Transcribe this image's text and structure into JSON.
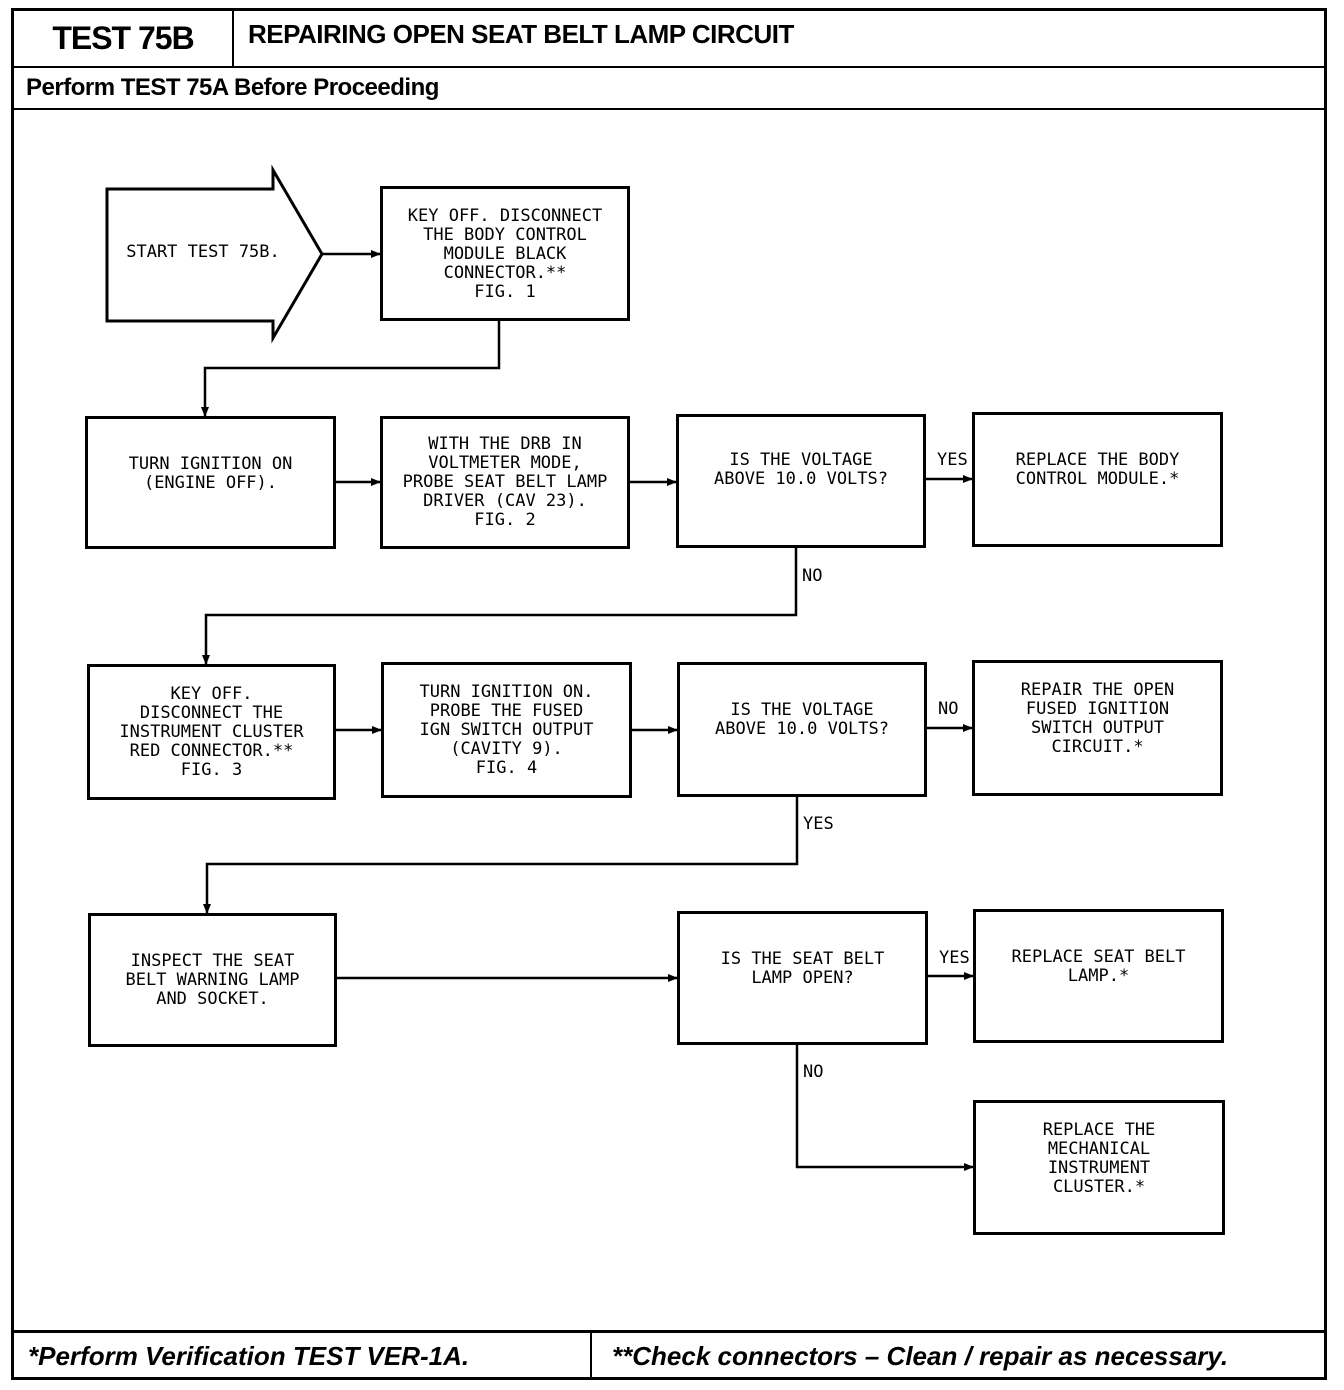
{
  "header": {
    "test_id": "TEST 75B",
    "title": "REPAIRING OPEN SEAT BELT LAMP CIRCUIT",
    "prerequisite": "Perform TEST 75A Before Proceeding"
  },
  "footer": {
    "note_single": "*Perform Verification TEST VER-1A.",
    "note_double": "**Check connectors – Clean / repair as necessary."
  },
  "flow": {
    "start": "START TEST 75B.",
    "step1": "KEY OFF. DISCONNECT\nTHE BODY CONTROL\nMODULE BLACK\nCONNECTOR.**\nFIG. 1",
    "step2": "TURN IGNITION ON\n(ENGINE OFF).",
    "step3": "WITH THE DRB IN\nVOLTMETER MODE,\nPROBE SEAT BELT LAMP\nDRIVER (CAV 23).\nFIG. 2",
    "decision1": "IS THE VOLTAGE\nABOVE 10.0 VOLTS?",
    "result1": "REPLACE THE BODY\nCONTROL MODULE.*",
    "step4": "KEY OFF.\nDISCONNECT THE\nINSTRUMENT CLUSTER\nRED CONNECTOR.**\nFIG. 3",
    "step5": "TURN IGNITION ON.\nPROBE THE FUSED\nIGN SWITCH OUTPUT\n(CAVITY 9).\nFIG. 4",
    "decision2": "IS THE VOLTAGE\nABOVE 10.0 VOLTS?",
    "result2": "REPAIR THE OPEN\nFUSED IGNITION\nSWITCH OUTPUT\nCIRCUIT.*",
    "step6": "INSPECT THE SEAT\nBELT WARNING LAMP\nAND SOCKET.",
    "decision3": "IS THE SEAT BELT\nLAMP OPEN?",
    "result3": "REPLACE SEAT BELT\nLAMP.*",
    "result4": "REPLACE THE\nMECHANICAL\nINSTRUMENT\nCLUSTER.*",
    "labels": {
      "d1_yes": "YES",
      "d1_no": "NO",
      "d2_no": "NO",
      "d2_yes": "YES",
      "d3_yes": "YES",
      "d3_no": "NO"
    }
  }
}
